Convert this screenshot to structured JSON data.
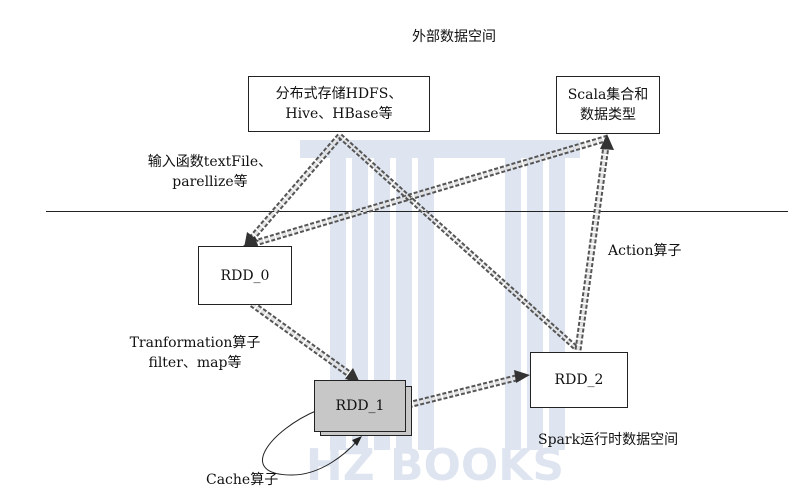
{
  "top_label": "外部数据空间",
  "bottom_label": "Spark运行时数据空间",
  "nodes": {
    "hdfs": {
      "line1": "分布式存储HDFS、",
      "line2": "Hive、HBase等"
    },
    "scala": {
      "line1": "Scala集合和",
      "line2": "数据类型"
    },
    "rdd0": "RDD_0",
    "rdd1": "RDD_1",
    "rdd2": "RDD_2"
  },
  "annotations": {
    "input": {
      "line1": "输入函数textFile、",
      "line2": "parellize等"
    },
    "action": "Action算子",
    "transformation": {
      "line1": "Tranformation算子",
      "line2": "filter、map等"
    },
    "cache": "Cache算子"
  },
  "watermark": "HZ BOOKS",
  "colors": {
    "stroke": "#222222",
    "arrow_fill": "#dcdcdc",
    "rdd1_fill": "#c7c7c7",
    "watermark": "#b7c7de"
  }
}
